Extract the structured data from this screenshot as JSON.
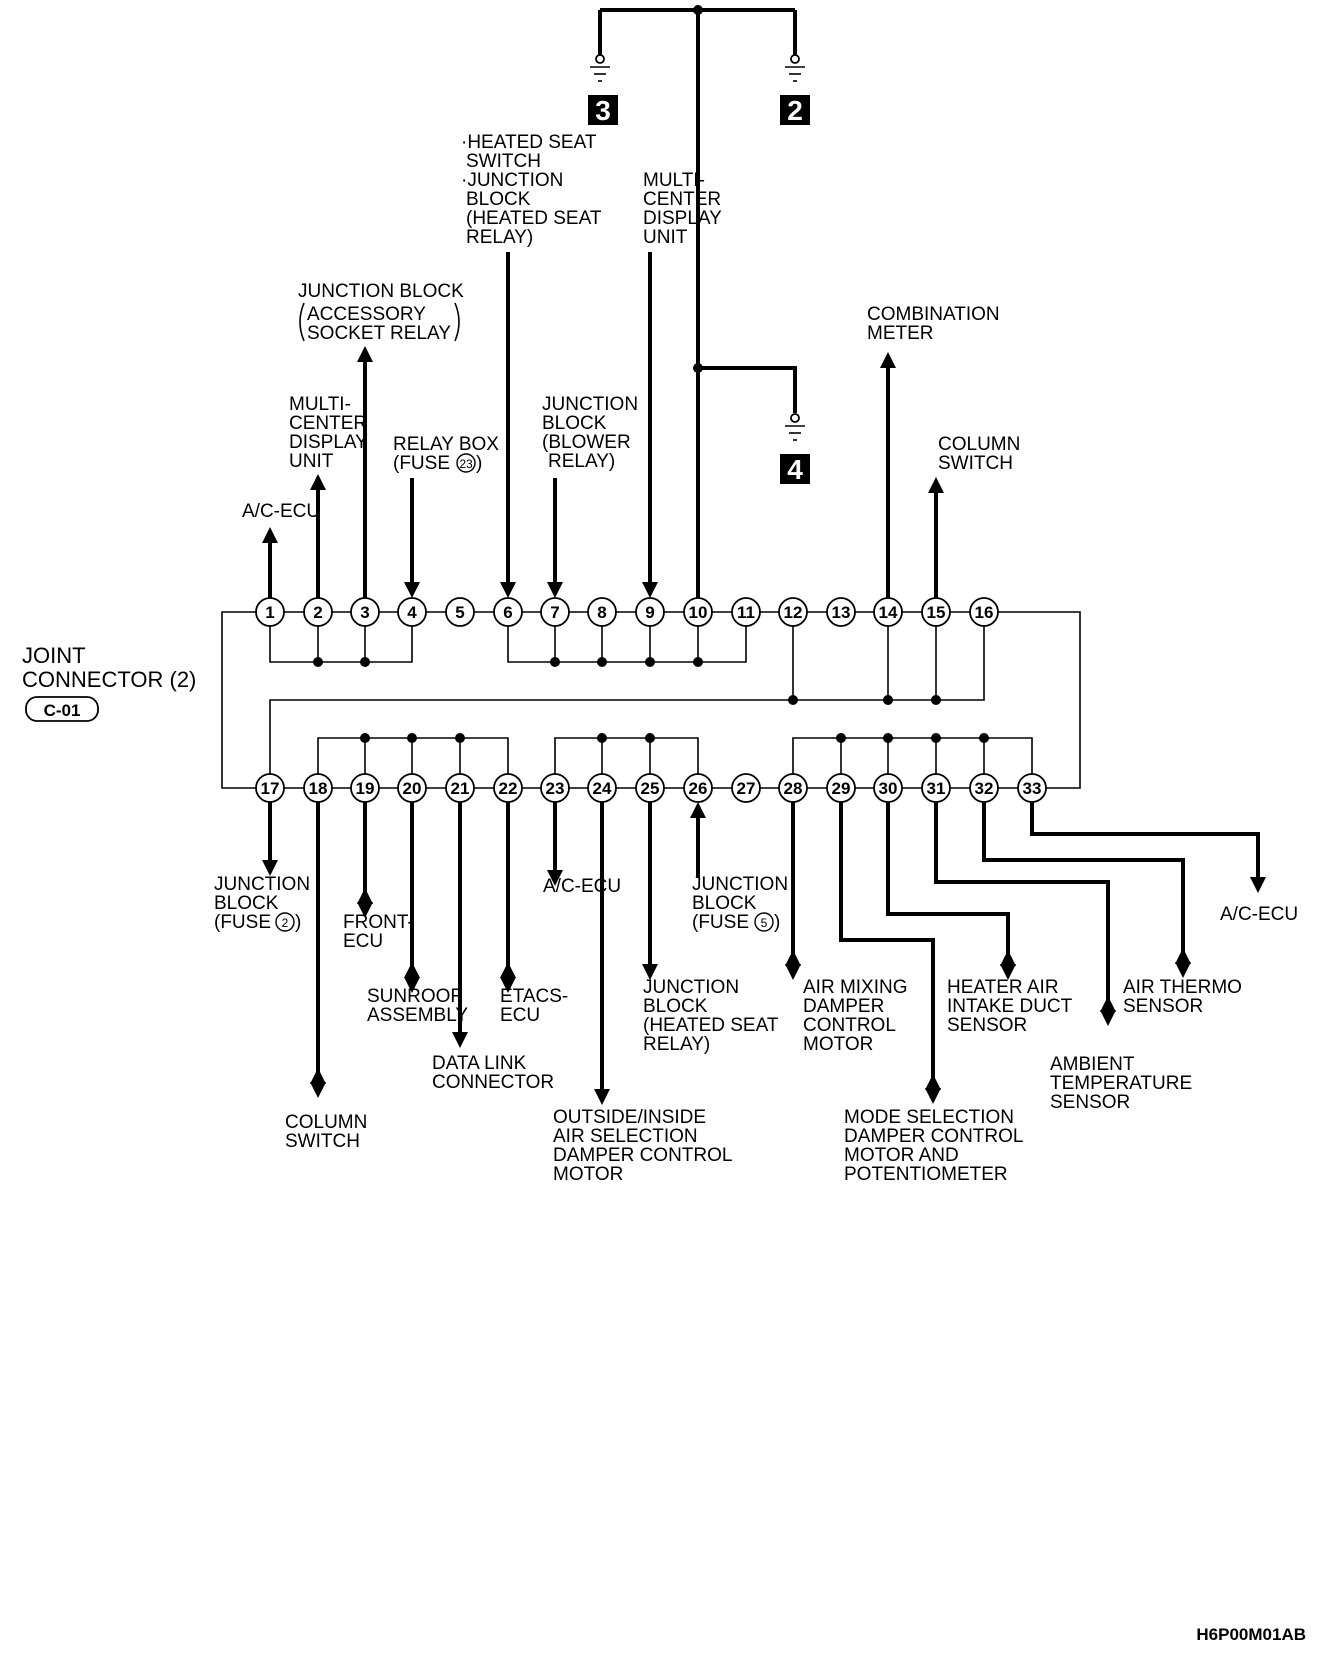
{
  "connector": {
    "title_line1": "JOINT",
    "title_line2": "CONNECTOR (2)",
    "code": "C-01"
  },
  "grounds": [
    {
      "id": "g3",
      "number": "3"
    },
    {
      "id": "g2",
      "number": "2"
    },
    {
      "id": "g4",
      "number": "4"
    }
  ],
  "pins_top": [
    "1",
    "2",
    "3",
    "4",
    "5",
    "6",
    "7",
    "8",
    "9",
    "10",
    "11",
    "12",
    "13",
    "14",
    "15",
    "16"
  ],
  "pins_bottom": [
    "17",
    "18",
    "19",
    "20",
    "21",
    "22",
    "23",
    "24",
    "25",
    "26",
    "27",
    "28",
    "29",
    "30",
    "31",
    "32",
    "33"
  ],
  "labels_top": {
    "pin1": [
      "A/C-ECU"
    ],
    "pin2": [
      "MULTI-",
      "CENTER",
      "DISPLAY",
      "UNIT"
    ],
    "pin3": [
      "JUNCTION BLOCK",
      "ACCESSORY",
      "SOCKET RELAY"
    ],
    "pin4": [
      "RELAY BOX",
      "(FUSE",
      ")"
    ],
    "pin4_fuse": "23",
    "pin6": [
      "·HEATED SEAT",
      "SWITCH",
      "·JUNCTION",
      "BLOCK",
      "(HEATED SEAT",
      "RELAY)"
    ],
    "pin7": [
      "JUNCTION",
      "BLOCK",
      "(BLOWER",
      "RELAY)"
    ],
    "pin9": [
      "MULTI-",
      "CENTER",
      "DISPLAY",
      "UNIT"
    ],
    "pin14": [
      "COMBINATION",
      "METER"
    ],
    "pin15": [
      "COLUMN",
      "SWITCH"
    ]
  },
  "labels_bottom": {
    "pin17": [
      "JUNCTION",
      "BLOCK",
      "(FUSE",
      ")"
    ],
    "pin17_fuse": "2",
    "pin18": [
      "COLUMN",
      "SWITCH"
    ],
    "pin19": [
      "FRONT-",
      "ECU"
    ],
    "pin20": [
      "SUNROOF",
      "ASSEMBLY"
    ],
    "pin21": [
      "DATA LINK",
      "CONNECTOR"
    ],
    "pin22": [
      "ETACS-",
      "ECU"
    ],
    "pin23": [
      "A/C-ECU"
    ],
    "pin24": [
      "OUTSIDE/INSIDE",
      "AIR SELECTION",
      "DAMPER CONTROL",
      "MOTOR"
    ],
    "pin25": [
      "JUNCTION",
      "BLOCK",
      "(HEATED SEAT",
      "RELAY)"
    ],
    "pin26": [
      "JUNCTION",
      "BLOCK",
      "(FUSE",
      ")"
    ],
    "pin26_fuse": "5",
    "pin28": [
      "AIR MIXING",
      "DAMPER",
      "CONTROL",
      "MOTOR"
    ],
    "pin29": [
      "MODE SELECTION",
      "DAMPER CONTROL",
      "MOTOR AND",
      "POTENTIOMETER"
    ],
    "pin30": [
      "HEATER AIR",
      "INTAKE DUCT",
      "SENSOR"
    ],
    "pin31": [
      "AMBIENT",
      "TEMPERATURE",
      "SENSOR"
    ],
    "pin32": [
      "AIR THERMO",
      "SENSOR"
    ],
    "pin33": [
      "A/C-ECU"
    ]
  },
  "figure_code": "H6P00M01AB"
}
